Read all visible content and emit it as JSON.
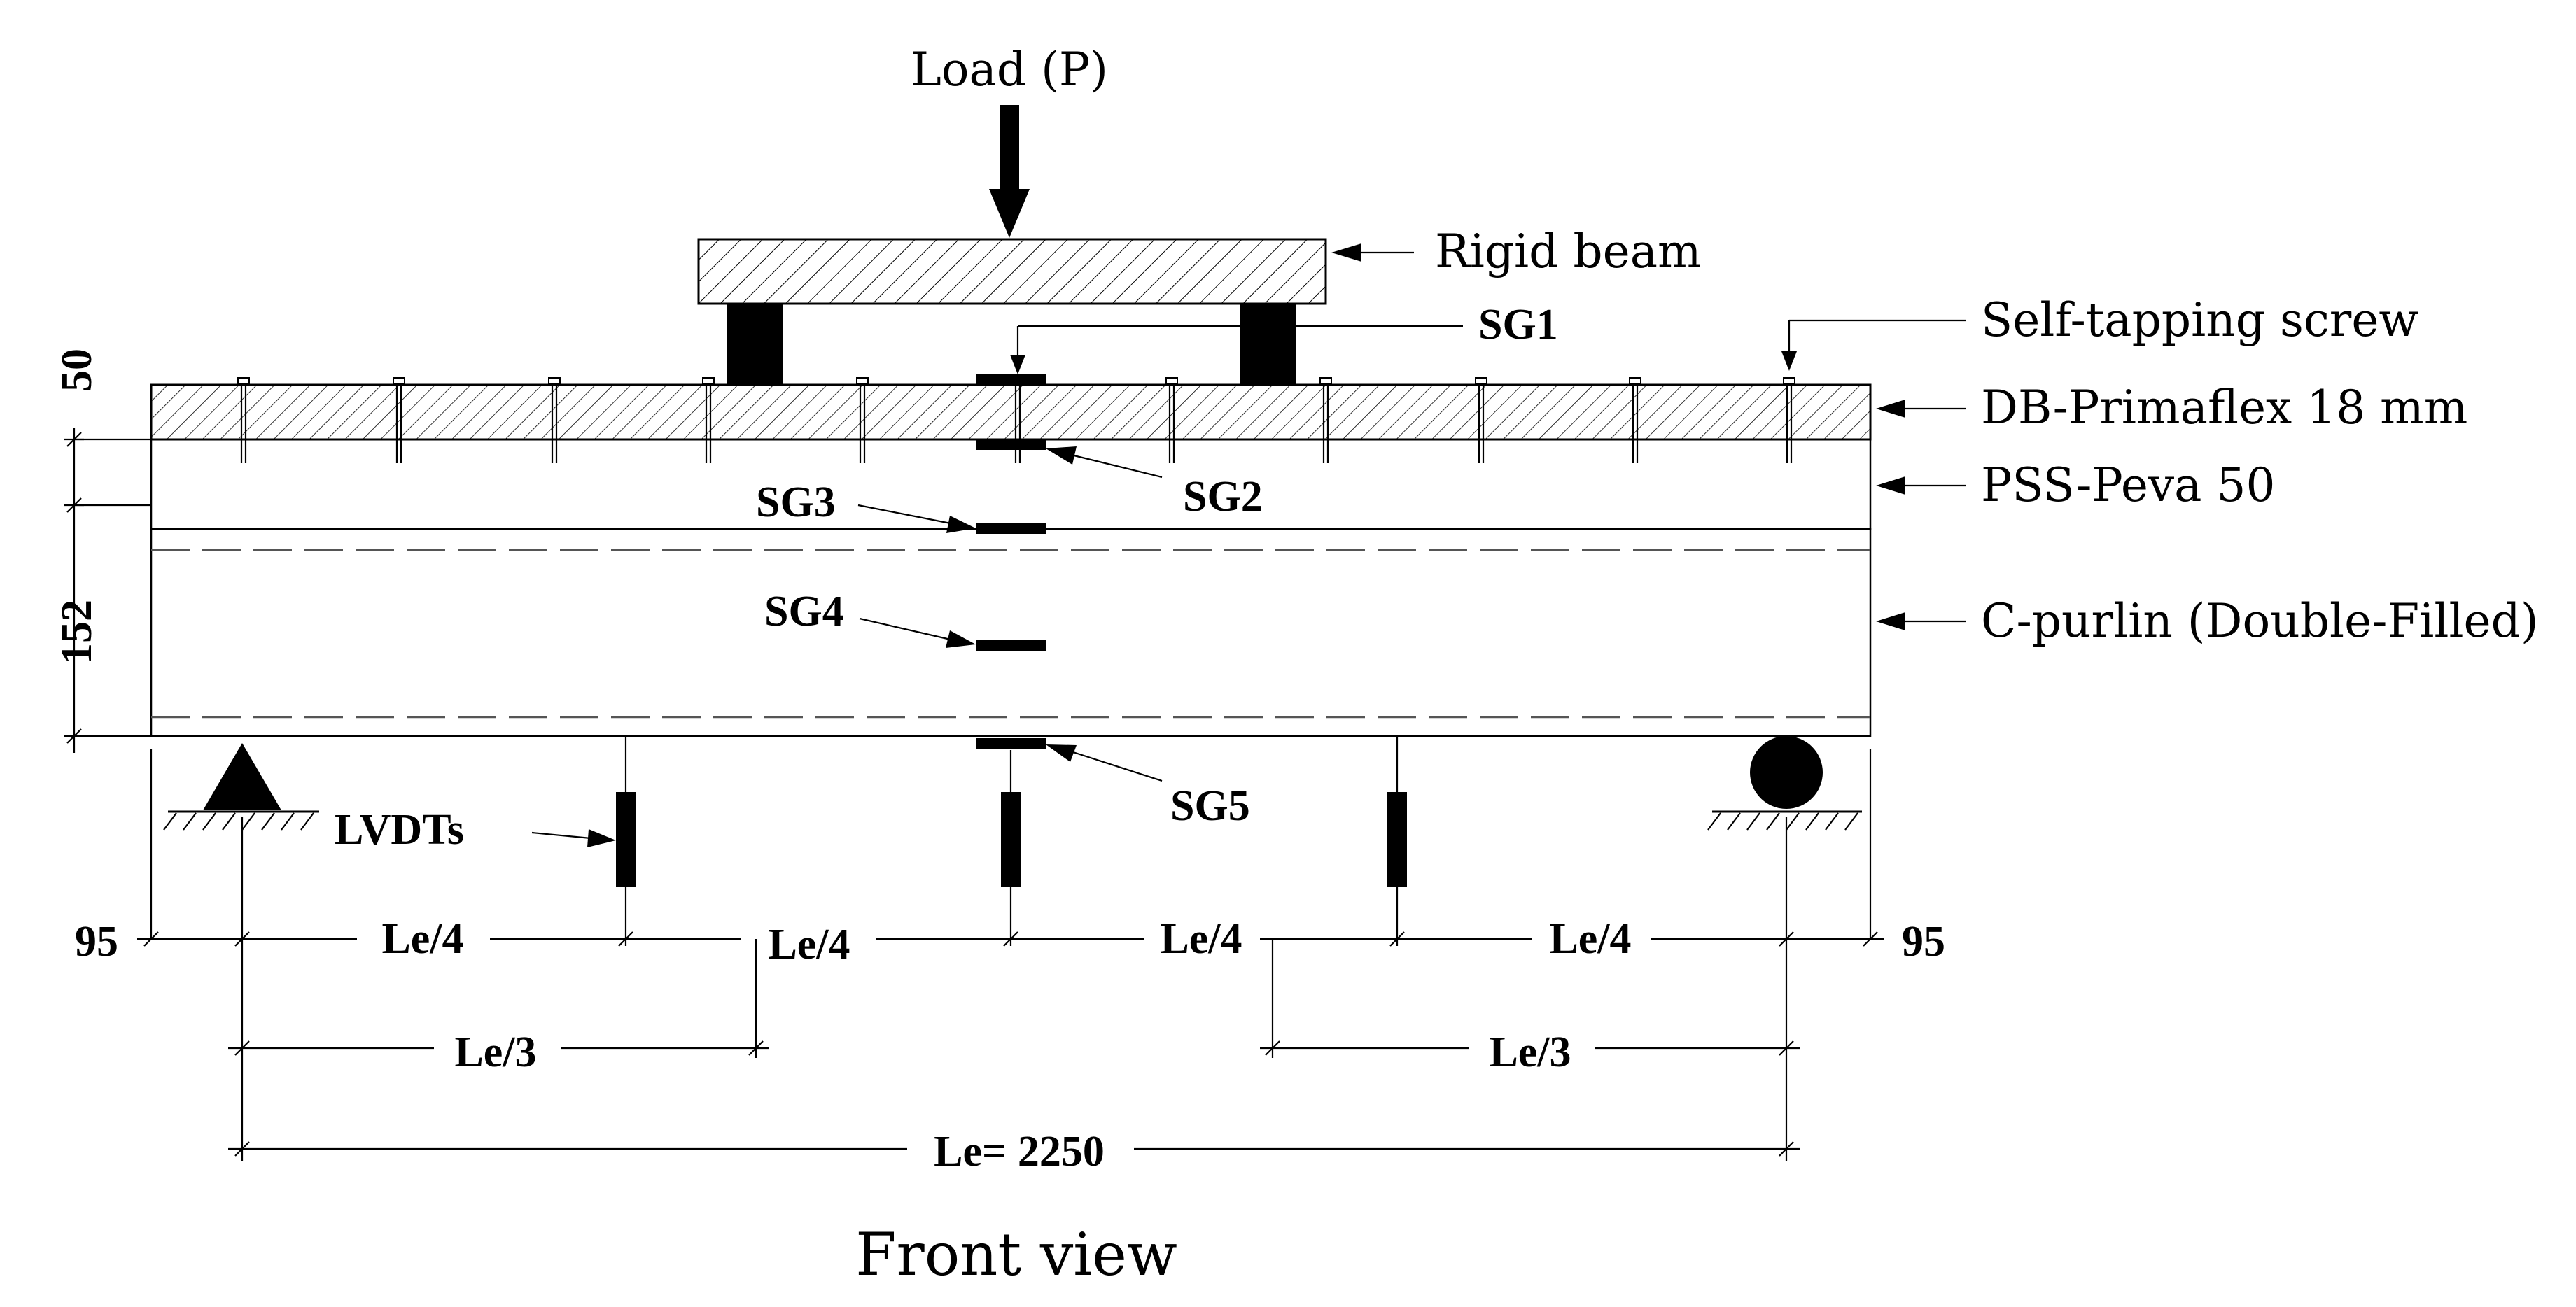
{
  "labels": {
    "load": "Load (P)",
    "rigid_beam": "Rigid beam",
    "screw": "Self-tapping screw",
    "db_primaflex": "DB-Primaflex 18 mm",
    "pss_peva": "PSS-Peva 50",
    "c_purlin": "C-purlin (Double-Filled)",
    "lvdts": "LVDTs",
    "view_title": "Front view"
  },
  "strain_gauges": {
    "sg1": "SG1",
    "sg2": "SG2",
    "sg3": "SG3",
    "sg4": "SG4",
    "sg5": "SG5"
  },
  "dimensions": {
    "board_thickness": "50",
    "purlin_depth": "152",
    "overhang_left": "95",
    "overhang_right": "95",
    "quarter_1": "Le/4",
    "quarter_2": "Le/4",
    "quarter_3": "Le/4",
    "quarter_4": "Le/4",
    "third_left": "Le/3",
    "third_right": "Le/3",
    "span": "Le= 2250"
  }
}
